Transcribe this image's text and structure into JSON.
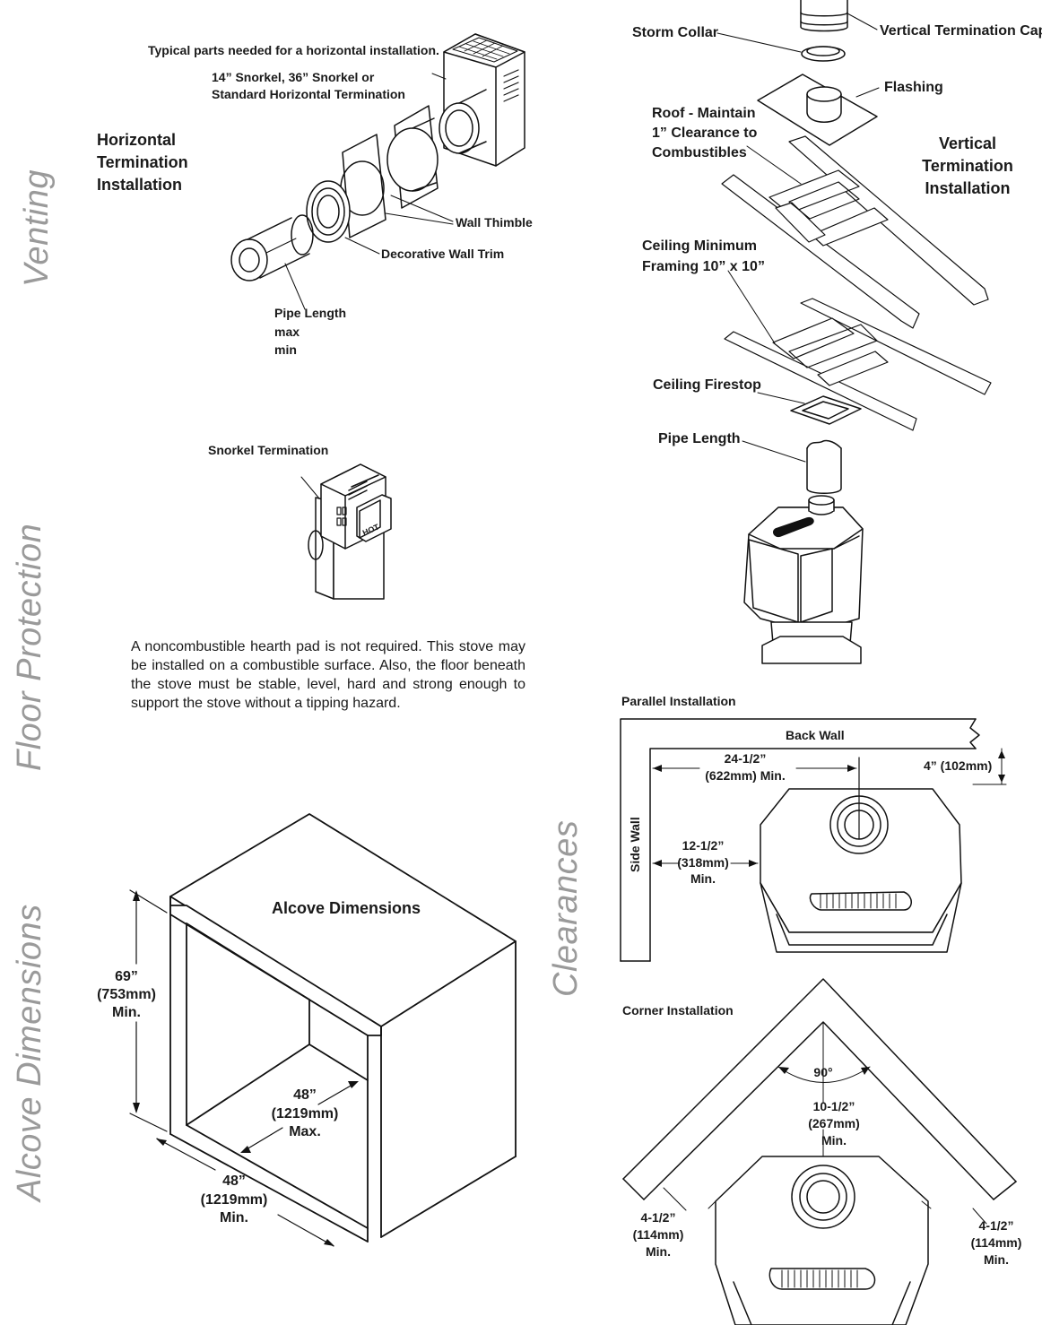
{
  "side_titles": {
    "venting": "Venting",
    "floor_protection": "Floor Protection",
    "alcove_dimensions": "Alcove Dimensions",
    "clearances": "Clearances"
  },
  "horizontal": {
    "caption": "Typical parts needed for a horizontal installation.",
    "snorkel_options": [
      "14” Snorkel, 36” Snorkel or",
      "Standard Horizontal Termination"
    ],
    "title": [
      "Horizontal",
      "Termination",
      "Installation"
    ],
    "wall_thimble": "Wall Thimble",
    "decorative_trim": "Decorative Wall Trim",
    "pipe_length": [
      "Pipe Length",
      "max",
      "min"
    ]
  },
  "snorkel": {
    "label": "Snorkel Termination",
    "hot_mark": "HOT"
  },
  "vertical": {
    "storm_collar": "Storm Collar",
    "termination_cap": "Vertical Termination Cap",
    "flashing": "Flashing",
    "roof": [
      "Roof - Maintain",
      "1” Clearance to",
      "Combustibles"
    ],
    "title": [
      "Vertical",
      "Termination",
      "Installation"
    ],
    "ceiling_framing": [
      "Ceiling Minimum",
      "Framing 10” x 10”"
    ],
    "ceiling_firestop": "Ceiling Firestop",
    "pipe_length": "Pipe Length"
  },
  "floor_protection": {
    "text": "A noncombustible hearth pad is not required. This stove may be installed on a combustible surface.  Also, the floor beneath the stove must be stable, level, hard and strong enough to support the stove without a tipping hazard."
  },
  "alcove": {
    "title": "Alcove Dimensions",
    "height": [
      "69”",
      "(753mm)",
      "Min."
    ],
    "depth": [
      "48”",
      "(1219mm)",
      "Max."
    ],
    "width": [
      "48”",
      "(1219mm)",
      "Min."
    ]
  },
  "parallel": {
    "title": "Parallel Installation",
    "back_wall": "Back Wall",
    "side_wall": "Side Wall",
    "center_dim": [
      "24-1/2”",
      "(622mm) Min."
    ],
    "back_dim": "4” (102mm)",
    "side_dim": [
      "12-1/2”",
      "(318mm)",
      "Min."
    ]
  },
  "corner": {
    "title": "Corner Installation",
    "angle": "90°",
    "center_dim": [
      "10-1/2”",
      "(267mm)",
      "Min."
    ],
    "left_dim": [
      "4-1/2”",
      "(114mm)",
      "Min."
    ],
    "right_dim": [
      "4-1/2”",
      "(114mm)",
      "Min."
    ]
  }
}
